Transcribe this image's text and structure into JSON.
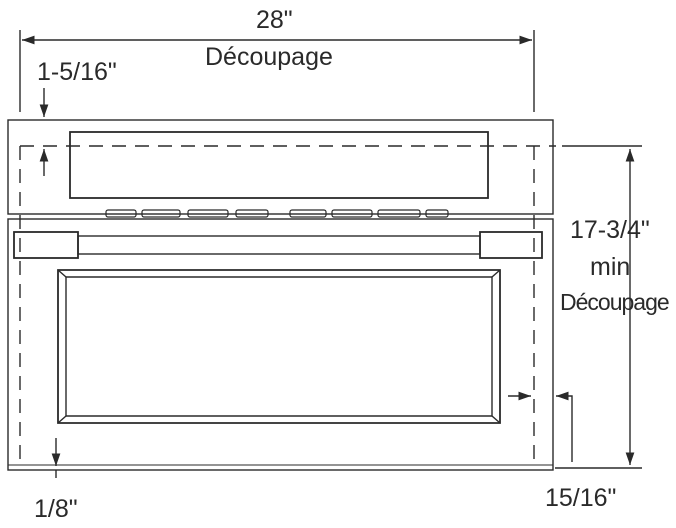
{
  "labels": {
    "width_value": "28\"",
    "width_caption": "Découpage",
    "top_offset": "1-5/16\"",
    "height_value": "17-3/4\"",
    "height_qualifier": "min",
    "height_caption": "Découpage",
    "bottom_offset": "1/8\"",
    "side_offset": "15/16\""
  },
  "colors": {
    "line": "#2a2a2a",
    "fill": "#ffffff"
  }
}
